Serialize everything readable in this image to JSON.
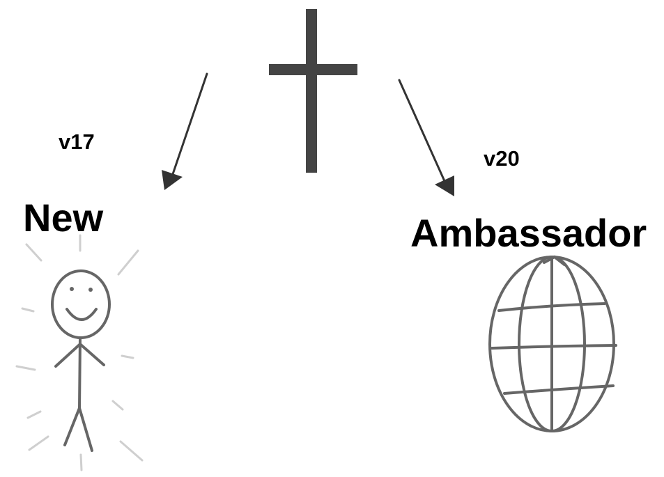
{
  "labels": {
    "left_verse": "v17",
    "left_word": "New",
    "right_verse": "v20",
    "right_word": "Ambassador"
  },
  "icons": {
    "center": "cross-icon",
    "left": "stick-figure-icon",
    "right": "globe-icon"
  },
  "colors": {
    "background": "#ffffff",
    "ink": "#000000",
    "cross": "#444444",
    "drawing": "#666666",
    "rays": "#cfcfcf"
  }
}
